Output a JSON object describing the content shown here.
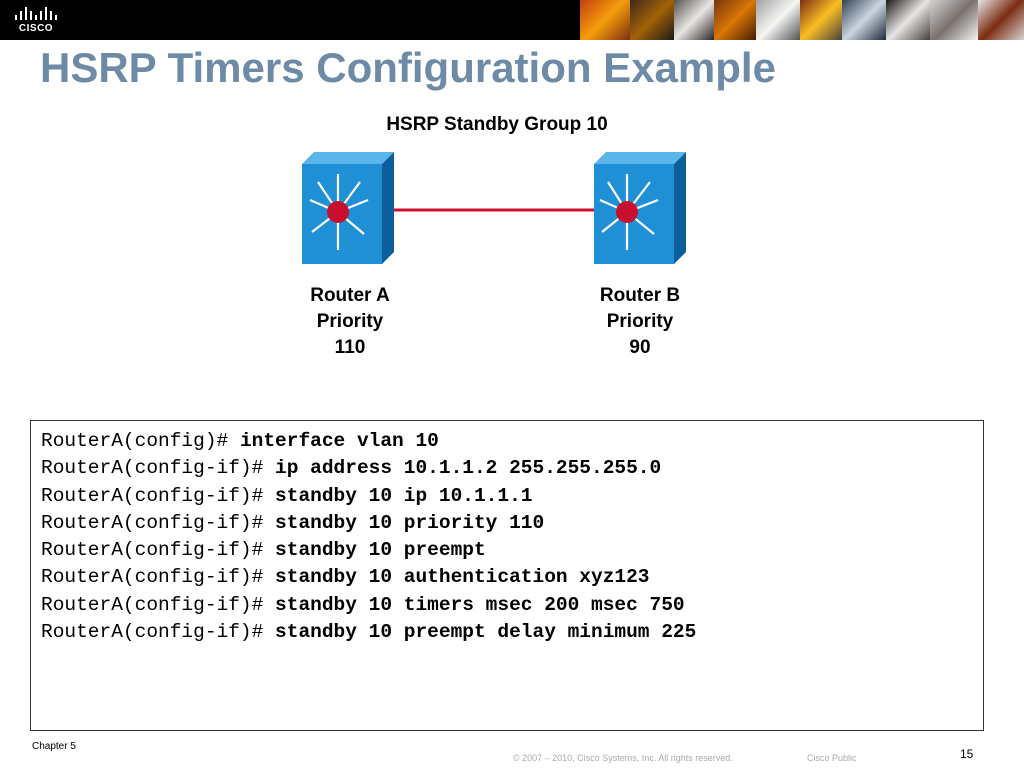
{
  "header": {
    "logo_text": "CISCO"
  },
  "slide": {
    "title": "HSRP Timers Configuration Example"
  },
  "diagram": {
    "group_label": "HSRP Standby Group 10",
    "routers": [
      {
        "name": "Router A",
        "priority_label": "Priority",
        "priority": "110"
      },
      {
        "name": "Router B",
        "priority_label": "Priority",
        "priority": "90"
      }
    ],
    "colors": {
      "switch_face": "#1f8fd6",
      "switch_side": "#0d5f9c",
      "switch_top": "#5ab6ea",
      "hub": "#c8102e",
      "link": "#c8102e"
    }
  },
  "config": {
    "lines": [
      {
        "prompt": "RouterA(config)# ",
        "command": "interface vlan 10"
      },
      {
        "prompt": "RouterA(config-if)# ",
        "command": "ip address 10.1.1.2 255.255.255.0"
      },
      {
        "prompt": "RouterA(config-if)# ",
        "command": "standby 10 ip 10.1.1.1"
      },
      {
        "prompt": "RouterA(config-if)# ",
        "command": "standby 10 priority 110"
      },
      {
        "prompt": "RouterA(config-if)# ",
        "command": "standby 10 preempt"
      },
      {
        "prompt": "RouterA(config-if)# ",
        "command": "standby 10 authentication xyz123"
      },
      {
        "prompt": "RouterA(config-if)# ",
        "command": "standby 10 timers msec 200 msec 750"
      },
      {
        "prompt": "RouterA(config-if)# ",
        "command": "standby 10 preempt delay minimum 225"
      }
    ]
  },
  "footer": {
    "chapter": "Chapter 5",
    "copyright": "© 2007 – 2010, Cisco Systems, Inc. All rights reserved.",
    "classification": "Cisco Public",
    "page_number": "15"
  }
}
